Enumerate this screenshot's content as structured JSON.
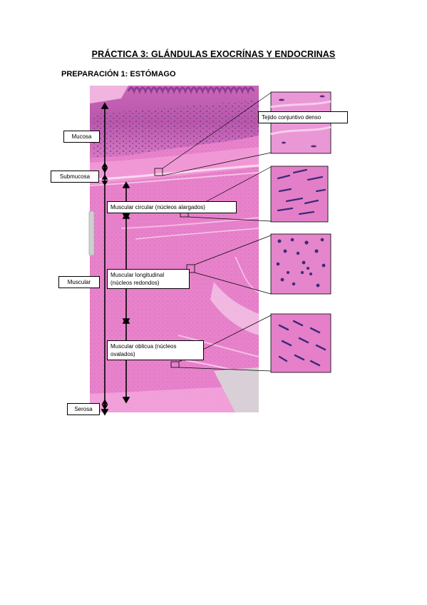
{
  "document": {
    "title": "PRÁCTICA 3: GLÁNDULAS EXOCRÍNAS Y ENDOCRINAS",
    "subtitle": "PREPARACIÓN 1: ESTÓMAGO"
  },
  "layers": {
    "mucosa": "Mucosa",
    "submucosa": "Submucosa",
    "muscular": "Muscular",
    "serosa": "Serosa"
  },
  "callouts": {
    "tejido": "Tejido conjuntivo denso",
    "circular": "Muscular circular (núcleos alargados)",
    "longitudinal": "Muscular longitudinal (núcleos redondos)",
    "oblicua": "Muscular oblicua (núcleos ovalados)"
  },
  "colors": {
    "tissue": "#e77fc9",
    "tissue_dark": "#b455a6",
    "nucleus": "#3d2a78",
    "backdrop": "#d4d4d4"
  }
}
